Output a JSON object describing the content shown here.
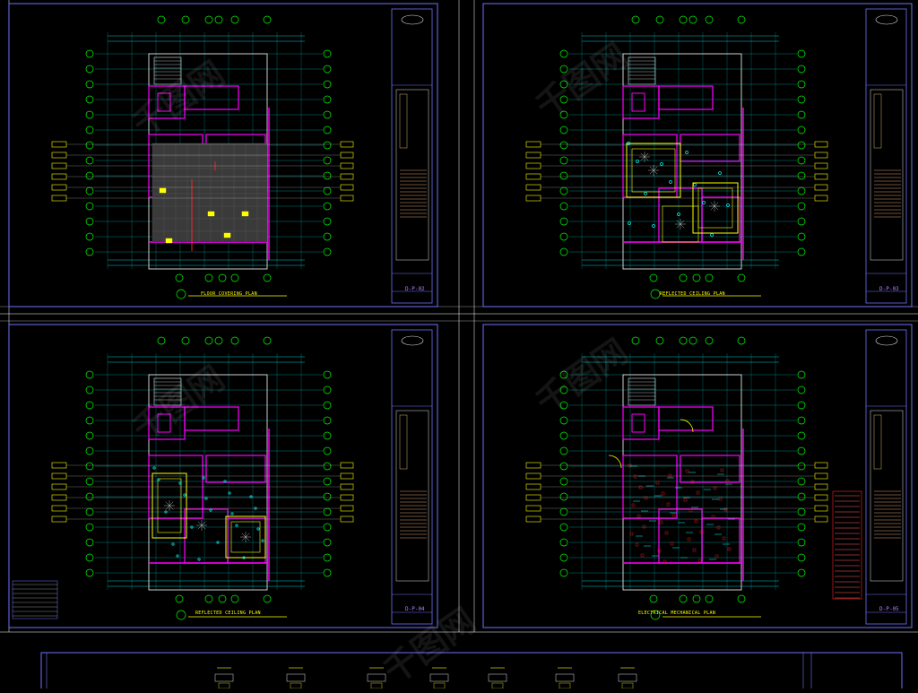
{
  "colors": {
    "frame": "#7070ff",
    "cyan": "#00ffff",
    "magenta": "#ff00ff",
    "yellow": "#ffff00",
    "green": "#00ff00",
    "red": "#ff2020",
    "white": "#e0e0e0"
  },
  "sheets": [
    {
      "id": "p02",
      "title": "FLOOR COVERING PLAN",
      "code": "D-P-02"
    },
    {
      "id": "p03",
      "title": "REFLECTED CEILING PLAN",
      "code": "D-P-03"
    },
    {
      "id": "p04",
      "title": "REFLECTED CEILING PLAN",
      "code": "D-P-04"
    },
    {
      "id": "p05",
      "title": "ELECTRICAL MECHANICAL PLAN",
      "code": "D-P-05"
    }
  ],
  "watermark": "千图网",
  "logo_icon": "company-logo-icon"
}
